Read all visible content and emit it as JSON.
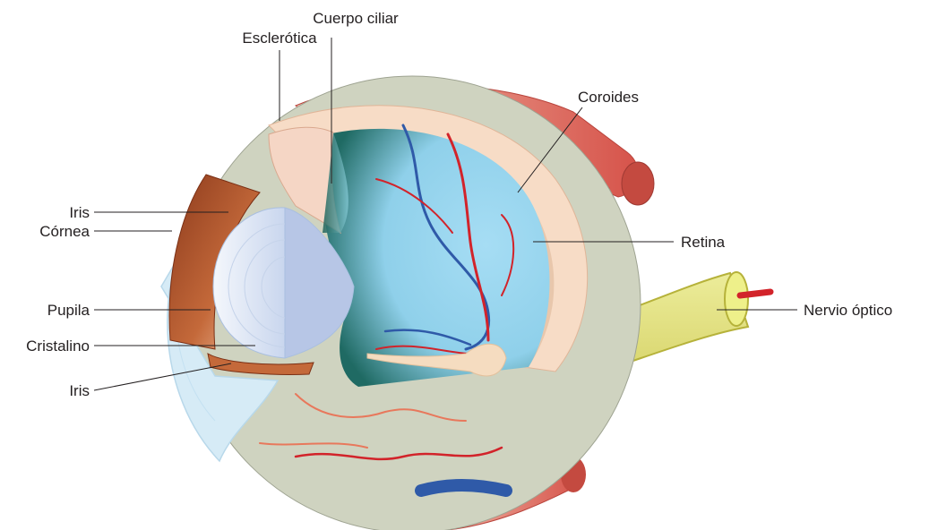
{
  "diagram": {
    "labels": {
      "esclerotica": "Esclerótica",
      "cuerpo_ciliar": "Cuerpo ciliar",
      "coroides": "Coroides",
      "iris_upper": "Iris",
      "cornea": "Córnea",
      "retina": "Retina",
      "pupila": "Pupila",
      "cristalino": "Cristalino",
      "iris_lower": "Iris",
      "nervio_optico": "Nervio óptico"
    }
  },
  "colors": {
    "sclera": "#cfd3c0",
    "cornea": "#d6ebf6",
    "vitreous": "#9fd6ee",
    "choroid_band": "#f7dcc6",
    "iris": "#b5582c",
    "lens": "#e8eef8",
    "muscle": "#d95a4e",
    "optic_nerve": "#e6e487",
    "artery": "#d2232a",
    "vein": "#2f5aa8"
  }
}
